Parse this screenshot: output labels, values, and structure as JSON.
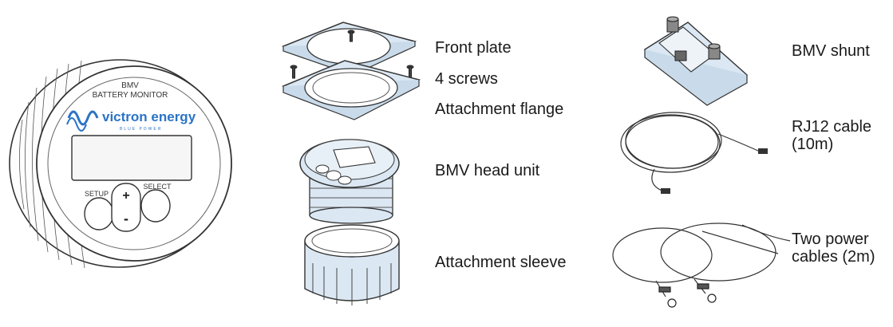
{
  "device": {
    "model_line1": "BMV",
    "model_line2": "BATTERY MONITOR",
    "brand": "victron energy",
    "tagline": "BLUE POWER",
    "setup_label": "SETUP",
    "select_label": "SELECT",
    "plus_label": "+",
    "minus_label": "-"
  },
  "labels": {
    "front_plate": "Front plate",
    "screws": "4 screws",
    "attachment_flange": "Attachment flange",
    "head_unit": "BMV head unit",
    "attachment_sleeve": "Attachment sleeve",
    "shunt": "BMV shunt",
    "rj12_cable": "RJ12 cable (10m)",
    "power_cables": "Two power cables (2m)"
  },
  "colors": {
    "line": "#333333",
    "part_fill": "#dbe8f3",
    "brand_blue": "#2a73c6",
    "display_fill": "#f6f6f6"
  }
}
